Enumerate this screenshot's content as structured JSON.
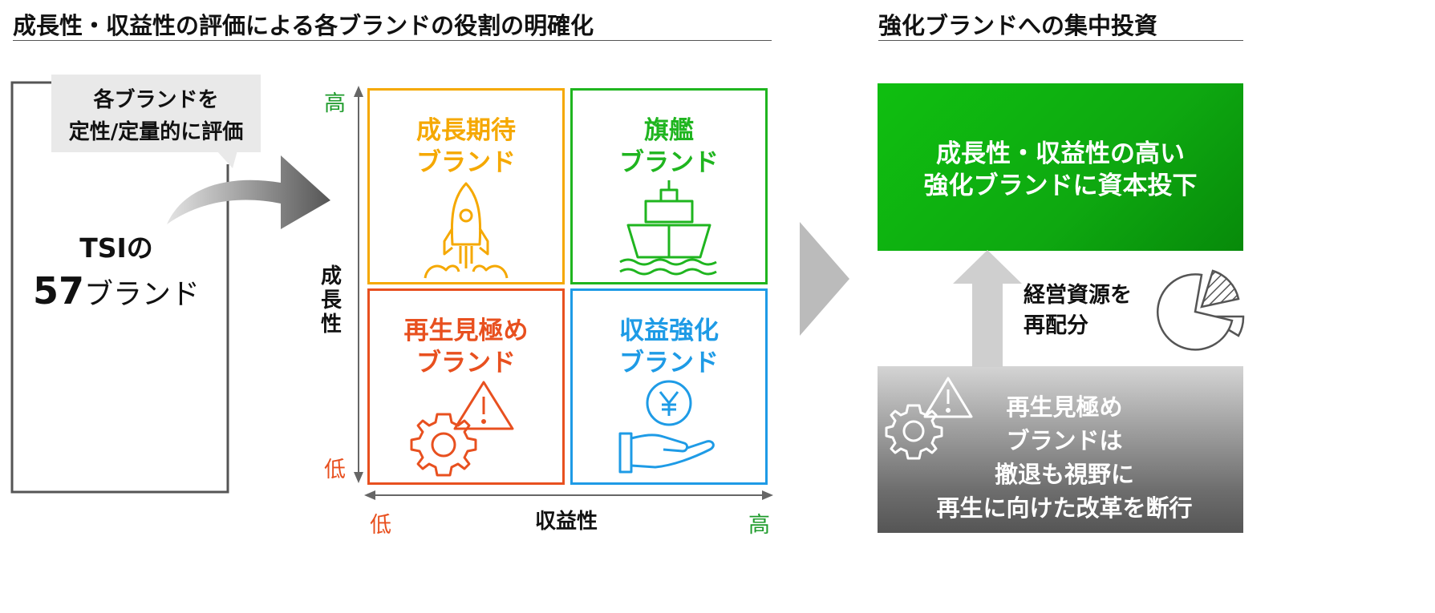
{
  "left_section": {
    "heading": "成長性・収益性の評価による各ブランドの役割の明確化"
  },
  "right_section": {
    "heading": "強化ブランドへの集中投資"
  },
  "callout": {
    "line1": "各ブランドを",
    "line2": "定性/定量的に評価"
  },
  "tsi": {
    "name": "TSIの",
    "count": "57",
    "unit": "ブランド"
  },
  "matrix": {
    "y_axis": {
      "label": "成長性",
      "high": "高",
      "low": "低"
    },
    "x_axis": {
      "label": "収益性",
      "high": "高",
      "low": "低"
    },
    "cells": [
      {
        "line1": "成長期待",
        "line2": "ブランド",
        "color": "#f5a800",
        "icon": "rocket-icon"
      },
      {
        "line1": "旗艦",
        "line2": "ブランド",
        "color": "#1fb51f",
        "icon": "ship-icon"
      },
      {
        "line1": "再生見極め",
        "line2": "ブランド",
        "color": "#e8501f",
        "icon": "gear-warning-icon"
      },
      {
        "line1": "収益強化",
        "line2": "ブランド",
        "color": "#1e9be6",
        "icon": "yen-hand-icon"
      }
    ]
  },
  "invest": {
    "line1": "成長性・収益性の高い",
    "line2": "強化ブランドに資本投下"
  },
  "reallocate": {
    "line1": "経営資源を",
    "line2": "再配分"
  },
  "revival": {
    "line1": "再生見極め",
    "line2": "ブランドは",
    "line3": "撤退も視野に",
    "line4": "再生に向けた改革を断行"
  }
}
